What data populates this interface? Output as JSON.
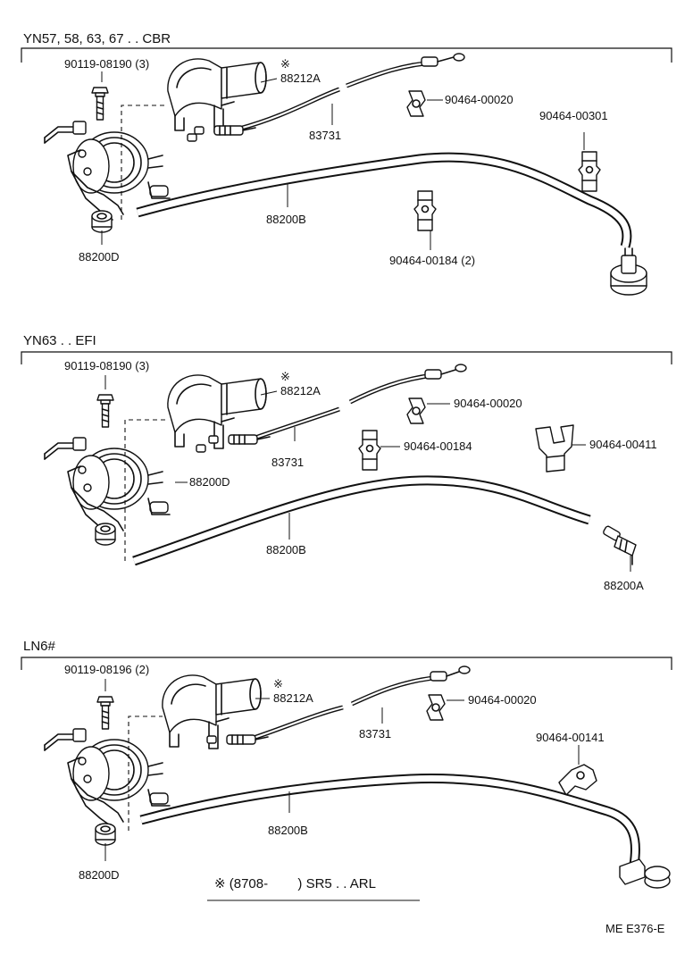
{
  "sections": [
    {
      "title": "YN57, 58, 63, 67 . . CBR",
      "labels": {
        "bolt": "90119-08190 (3)",
        "cover_mark": "※",
        "cover": "88212A",
        "clip_a": "90464-00020",
        "cable": "83731",
        "clip_b": "90464-00301",
        "hose": "88200B",
        "clip_c": "90464-00184 (2)",
        "actuator": "88200D"
      }
    },
    {
      "title": "YN63 . . EFI",
      "labels": {
        "bolt": "90119-08190 (3)",
        "cover_mark": "※",
        "cover": "88212A",
        "clip_a": "90464-00020",
        "cable": "83731",
        "clip_b": "90464-00184",
        "clip_c": "90464-00411",
        "actuator": "88200D",
        "hose": "88200B",
        "valve": "88200A"
      }
    },
    {
      "title": "LN6#",
      "labels": {
        "bolt": "90119-08196 (2)",
        "cover_mark": "※",
        "cover": "88212A",
        "clip_a": "90464-00020",
        "cable": "83731",
        "clip_b": "90464-00141",
        "hose": "88200B",
        "actuator": "88200D"
      }
    }
  ],
  "footnote": "※ (8708-        ) SR5 . . ARL",
  "drawing_code": "ME E376-E"
}
